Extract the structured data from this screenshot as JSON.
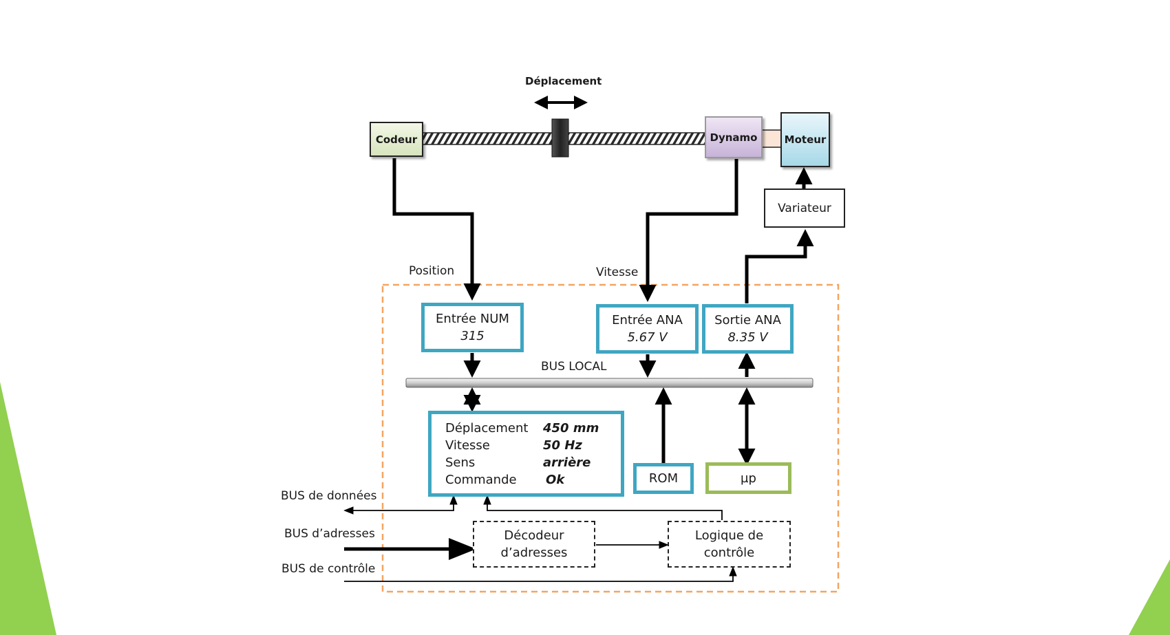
{
  "title": "Déplacement",
  "components": {
    "codeur": "Codeur",
    "dynamo": "Dynamo",
    "moteur": "Moteur",
    "variateur": "Variateur"
  },
  "signals": {
    "position": "Position",
    "vitesse": "Vitesse"
  },
  "io": {
    "entree_num": {
      "label": "Entrée NUM",
      "value": "315"
    },
    "entree_ana": {
      "label": "Entrée ANA",
      "value": "5.67 V"
    },
    "sortie_ana": {
      "label": "Sortie ANA",
      "value": "8.35 V"
    }
  },
  "bus_local": "BUS LOCAL",
  "info": {
    "rows": [
      {
        "key": "Déplacement",
        "value": "450 mm"
      },
      {
        "key": "Vitesse",
        "value": "50 Hz"
      },
      {
        "key": "Sens",
        "value": "arrière"
      },
      {
        "key": "Commande",
        "value": "Ok"
      }
    ]
  },
  "rom": "ROM",
  "up": "µp",
  "decodeur": {
    "line1": "Décodeur",
    "line2": "d’adresses"
  },
  "logique": {
    "line1": "Logique de",
    "line2": "contrôle"
  },
  "buses": {
    "donnees": "BUS de données",
    "adresses": "BUS d’adresses",
    "controle": "BUS de contrôle"
  },
  "colors": {
    "accent_green": "#92d050",
    "io_border": "#3fa6c2",
    "frame_orange": "#f4a460",
    "up_border": "#9bbb59"
  }
}
